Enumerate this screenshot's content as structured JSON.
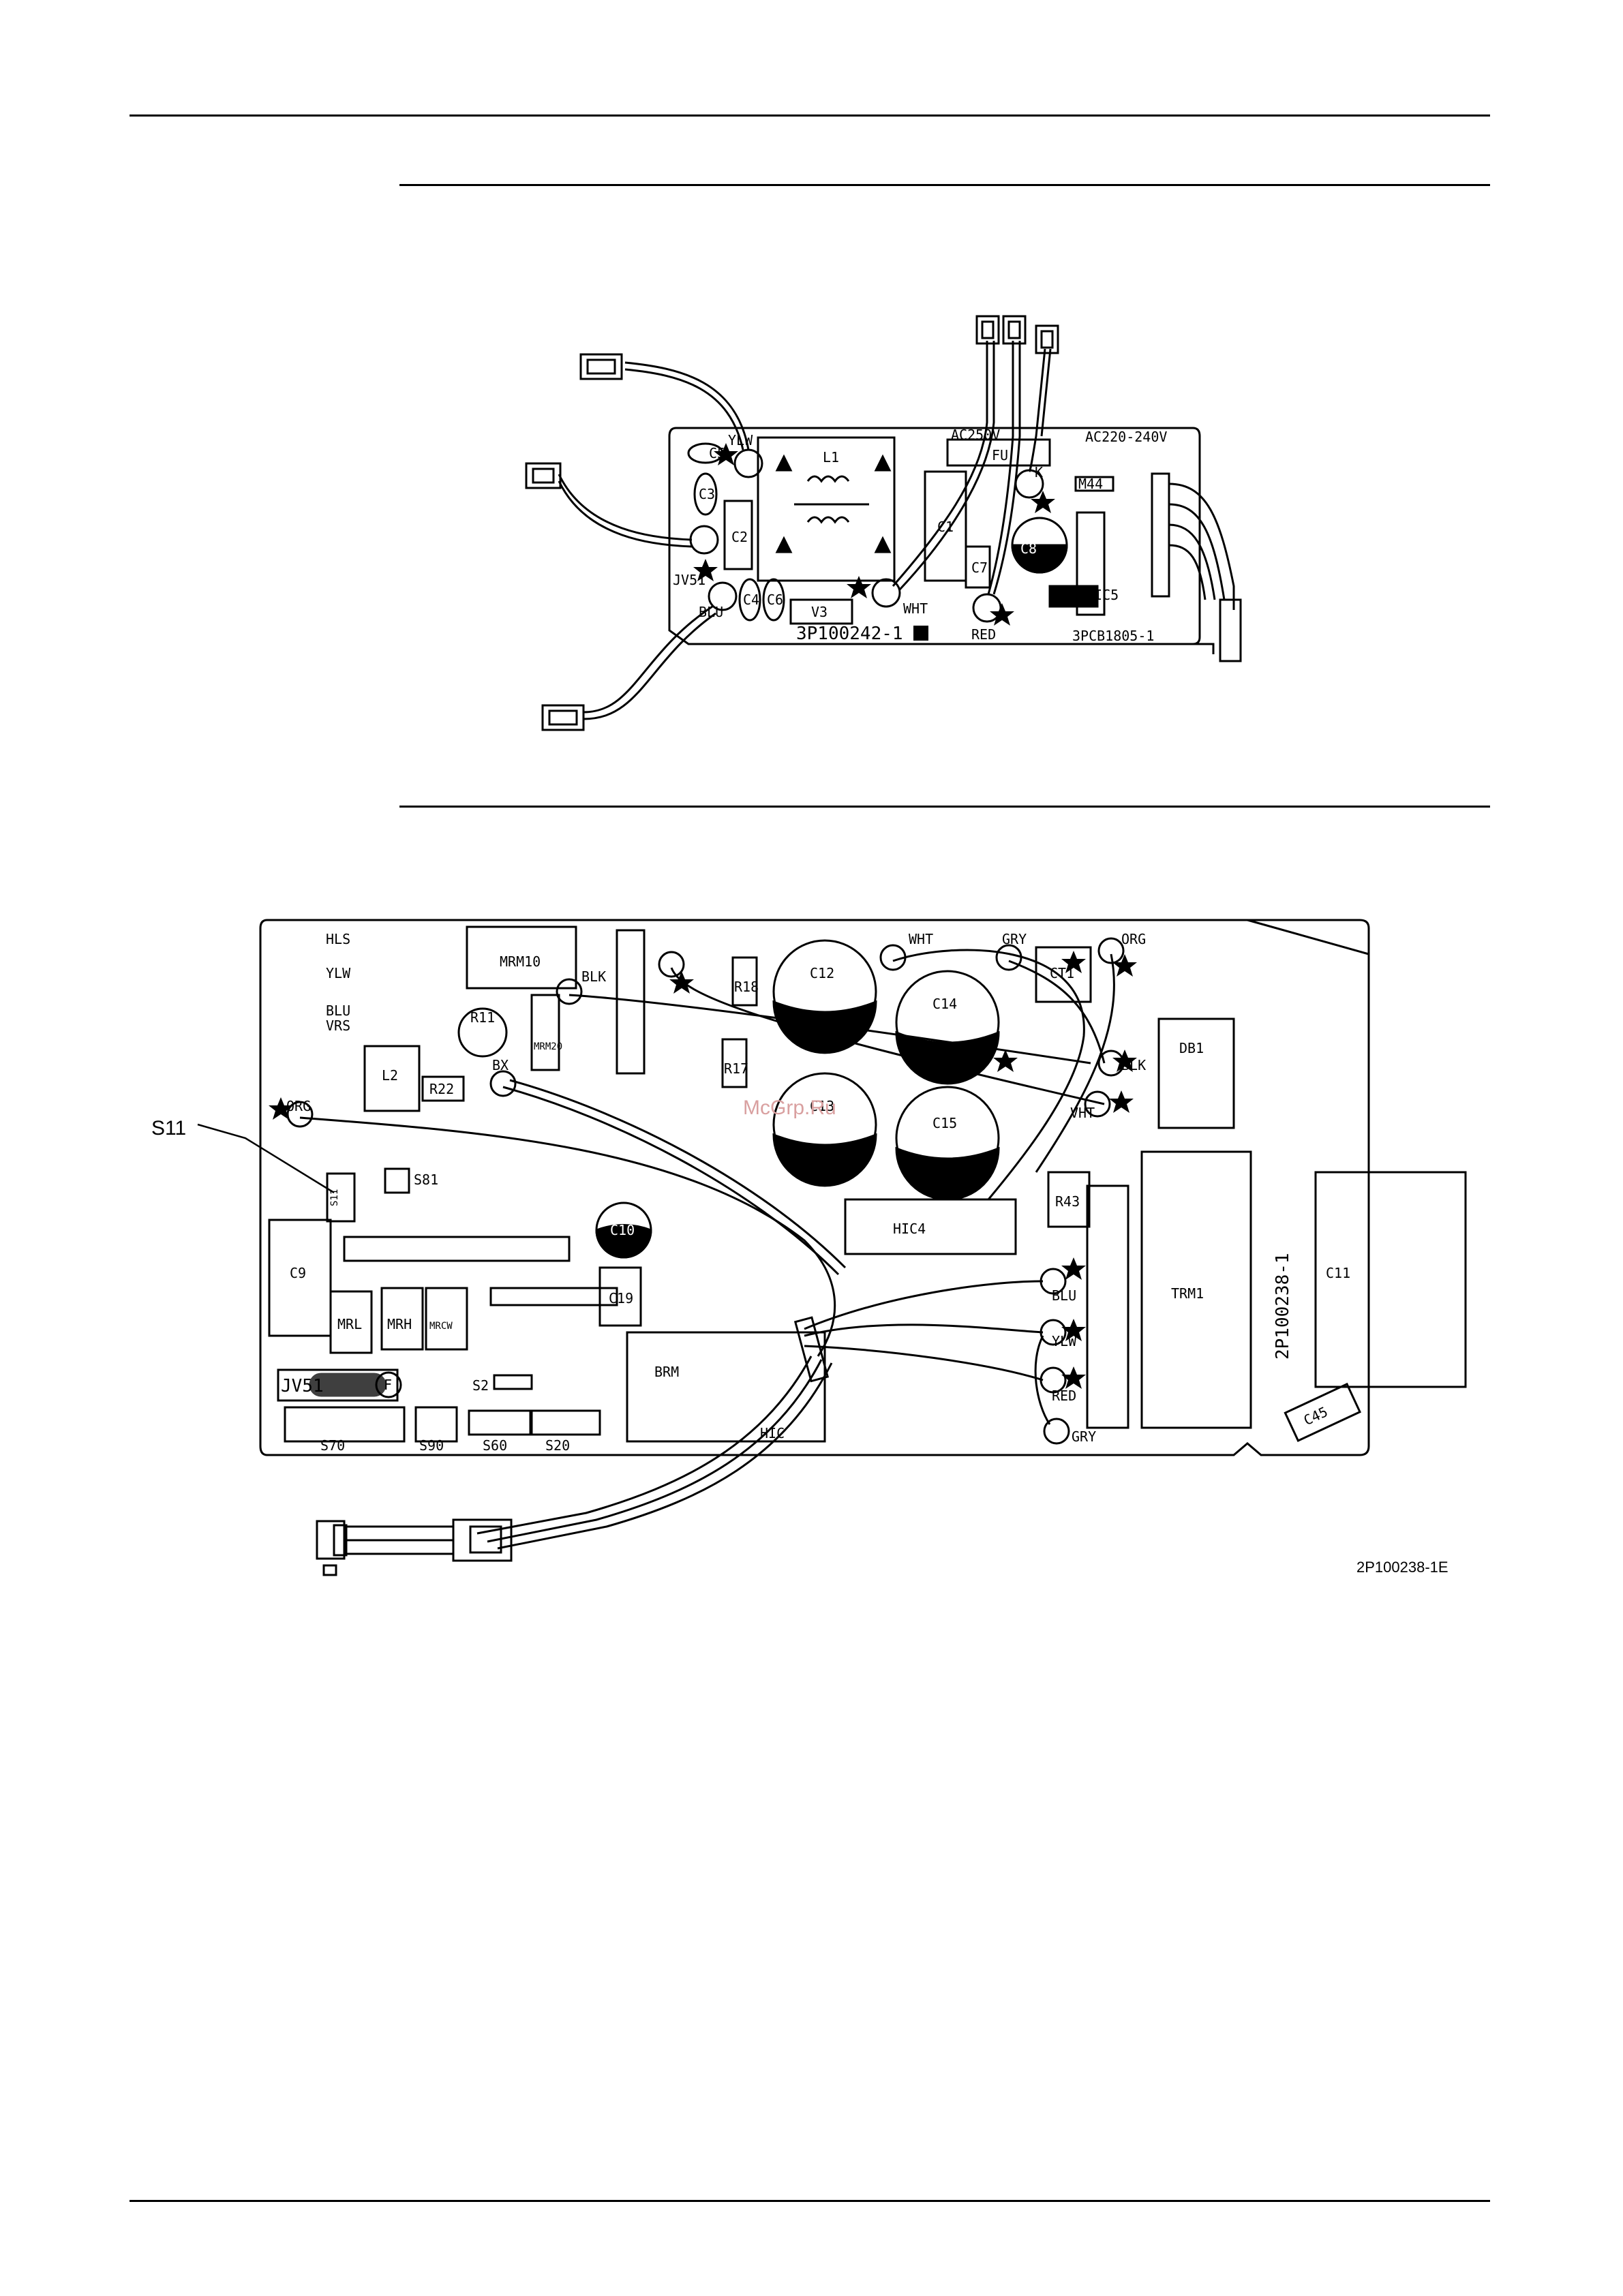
{
  "board1": {
    "part_no": "3P100242-1",
    "part_no_2": "3PCB1805-1",
    "labels": {
      "ylw": "YLW",
      "blu": "BLU",
      "wht": "WHT",
      "red": "RED",
      "blk": "K",
      "c5": "C5",
      "c3": "C3",
      "c2": "C2",
      "c4": "C4",
      "c6": "C6",
      "l1": "L1",
      "v3": "V3",
      "c1": "C1",
      "c7": "C7",
      "c8": "C8",
      "fu": "FU",
      "fuse_rating": "AC250V",
      "input": "AC220-240V",
      "m44": "M44",
      "hic5": "HIC5",
      "jv51": "JV51"
    }
  },
  "board2": {
    "part_no": "2P100238-1",
    "labels": {
      "hls": "HLS",
      "ylw": "YLW",
      "blu": "BLU",
      "vrs": "VRS",
      "mrm10": "MRM10",
      "blk": "BLK",
      "r11": "R11",
      "l2": "L2",
      "r22": "R22",
      "mrm20": "MRM20",
      "r18": "R18",
      "r17": "R17",
      "c12": "C12",
      "c14": "C14",
      "c13": "C13",
      "c15": "C15",
      "c11": "C11",
      "wht": "WHT",
      "gry": "GRY",
      "org": "ORG",
      "ct1": "CT1",
      "db1": "DB1",
      "blk2": "BLK",
      "wht2": "VHT",
      "r43": "R43",
      "hic4": "HIC4",
      "trm1": "TRM1",
      "s11": "S11",
      "s81": "S81",
      "c9": "C9",
      "c10": "C10",
      "c19": "C19",
      "mrl": "MRL",
      "mrh": "MRH",
      "mrcw": "MRCW",
      "s2": "S2",
      "brm": "BRM",
      "jv": "JV51",
      "f": "F",
      "s70": "S70",
      "s90": "S90",
      "s60": "S60",
      "s20": "S20",
      "hic": "HIC",
      "blu2": "BLU",
      "ylw2": "YLW",
      "red2": "RED",
      "gry2": "GRY",
      "c45": "C45",
      "org2": "ORG",
      "bx": "BX"
    }
  },
  "callouts": {
    "s11": "S11"
  },
  "figure_code": "2P100238-1E",
  "watermark": "McGrp.Ru"
}
